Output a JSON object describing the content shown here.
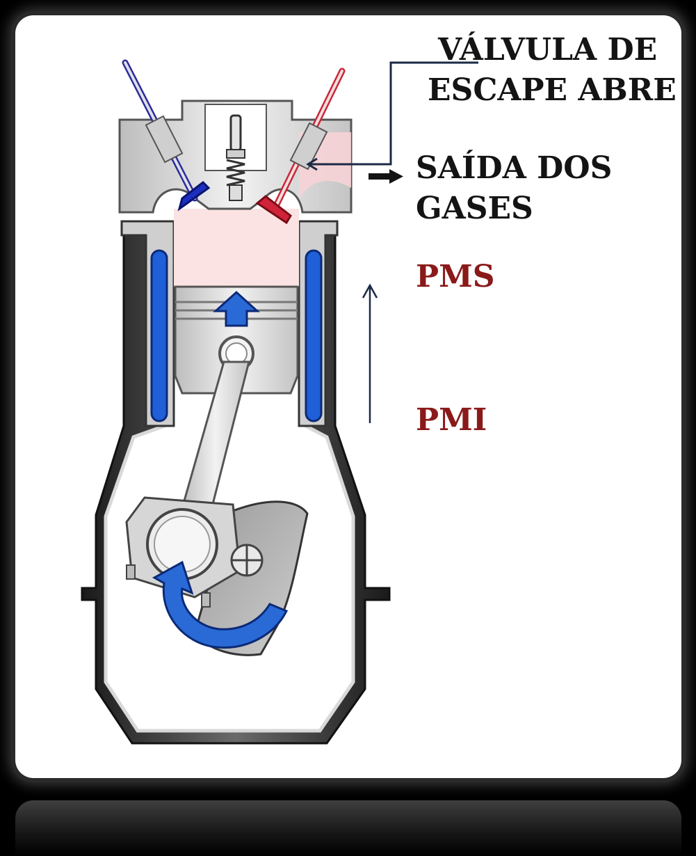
{
  "labels": {
    "exhaust_valve_line1": "VÁLVULA DE",
    "exhaust_valve_line2": "ESCAPE ABRE",
    "gas_exit_line1": "SAÍDA DOS",
    "gas_exit_line2": "GASES",
    "tdc": "PMS",
    "bdc": "PMI"
  },
  "colors": {
    "label_dark": "#141414",
    "label_red": "#8a1a1a",
    "intake_valve": "#2b2b9a",
    "exhaust_valve": "#c8283a",
    "coolant_jacket": "#1f5fd8",
    "motion_arrow": "#2a6ad6",
    "exhaust_gas": "#fbe3e3"
  },
  "icons": {
    "gas_exit_arrow": "arrow-right-icon",
    "stroke_direction": "arrow-up-icon",
    "piston_motion": "arrow-up-icon",
    "crank_rotation": "rotate-clockwise-icon"
  }
}
